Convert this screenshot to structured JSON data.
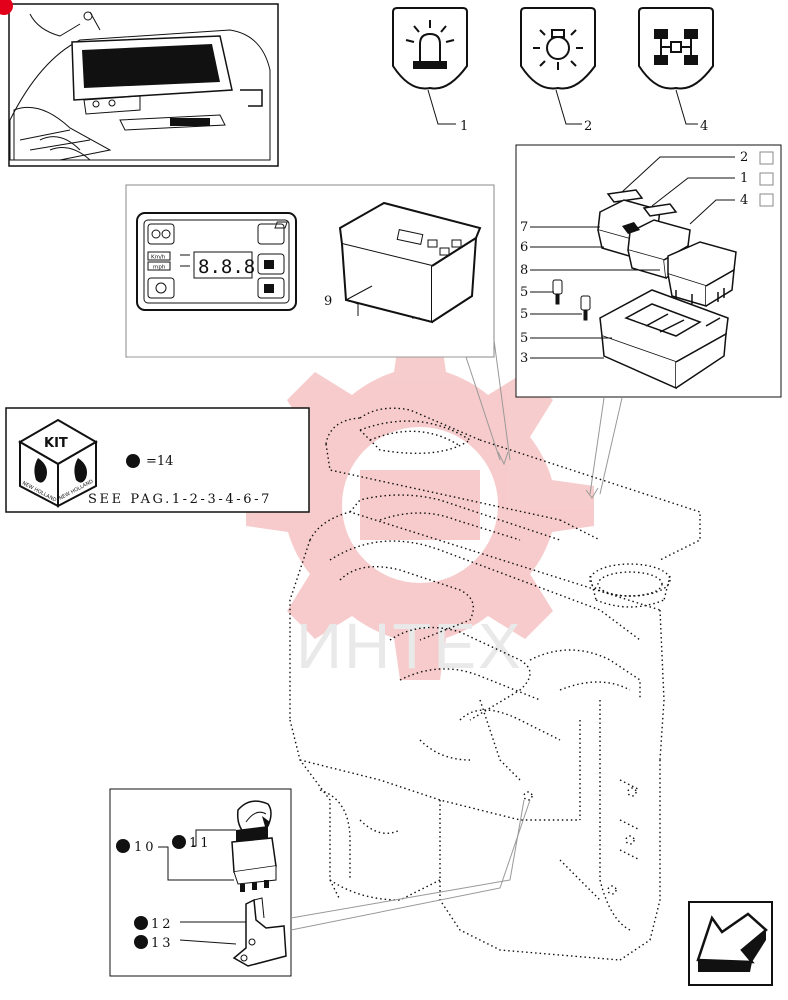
{
  "logo_badge": "",
  "callouts": {
    "c1": "1",
    "c2": "2",
    "c4": "4",
    "exploded_2": "2",
    "exploded_1": "1",
    "exploded_4": "4",
    "c7": "7",
    "c6": "6",
    "c8": "8",
    "c5a": "5",
    "c5b": "5",
    "c5c": "5",
    "c3": "3",
    "c9": "9",
    "c10": "10",
    "c11": "11",
    "c12": "12",
    "c13": "13"
  },
  "display_panel": {
    "label_kmh": "Km/h",
    "label_mph": "mph",
    "digits": "8.8.8"
  },
  "kit_box": {
    "kit_label": "KIT",
    "brand_left": "NEW HOLLAND",
    "brand_right": "NEW HOLLAND",
    "qty": "=14",
    "see_pages": "SEE PAG.1-2-3-4-6-7"
  },
  "watermark": "ИНТЕХ",
  "colors": {
    "ink": "#111111",
    "watermark_red": "#f3b5b5",
    "watermark_grey": "#e3e3e3",
    "badge_red": "#e3001b"
  },
  "icons": [
    "beacon-light-icon",
    "work-light-icon",
    "four-wheel-drive-icon",
    "next-page-arrow-icon"
  ]
}
